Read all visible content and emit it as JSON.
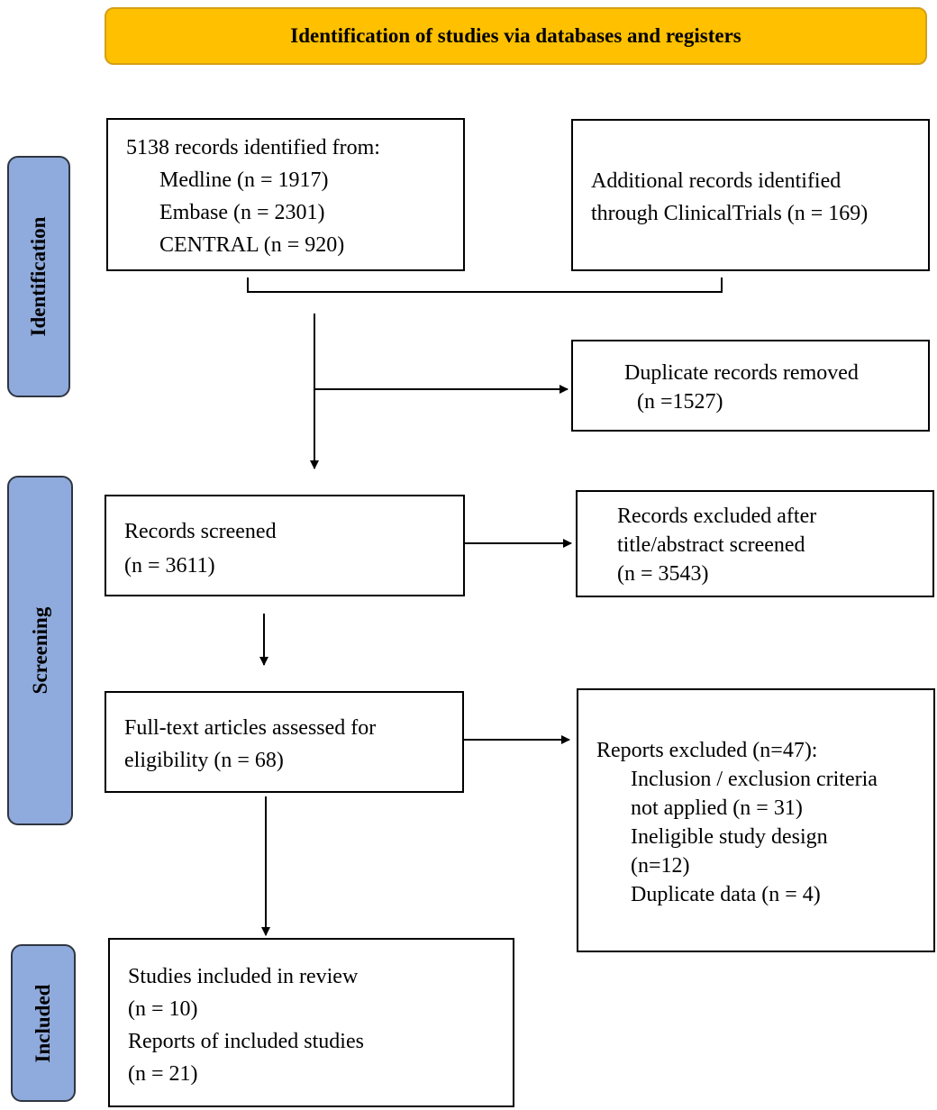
{
  "header": {
    "title": "Identification of studies via databases and registers"
  },
  "phases": {
    "identification": "Identification",
    "screening": "Screening",
    "included": "Included"
  },
  "boxes": {
    "records_identified": {
      "line1": "5138 records identified from:",
      "line2": "Medline (n = 1917)",
      "line3": "Embase (n = 2301)",
      "line4": "CENTRAL (n = 920)"
    },
    "additional_records": {
      "line1": "Additional records identified",
      "line2": "through ClinicalTrials (n = 169)"
    },
    "duplicates_removed": {
      "line1": "Duplicate records removed",
      "line2": "(n =1527)"
    },
    "records_screened": {
      "line1": "Records screened",
      "line2": "(n = 3611)"
    },
    "records_excluded": {
      "line1": "Records excluded after",
      "line2": "title/abstract screened",
      "line3": "(n = 3543)"
    },
    "fulltext_assessed": {
      "line1": "Full-text articles assessed for",
      "line2": "eligibility (n = 68)"
    },
    "reports_excluded": {
      "line1": "Reports excluded (n=47):",
      "line2": "Inclusion / exclusion criteria",
      "line3": "not applied (n = 31)",
      "line4": "Ineligible study design",
      "line5": "(n=12)",
      "line6": "Duplicate data (n = 4)"
    },
    "studies_included": {
      "line1": "Studies included in review",
      "line2": "(n = 10)",
      "line3": "Reports of included studies",
      "line4": "(n = 21)"
    }
  }
}
